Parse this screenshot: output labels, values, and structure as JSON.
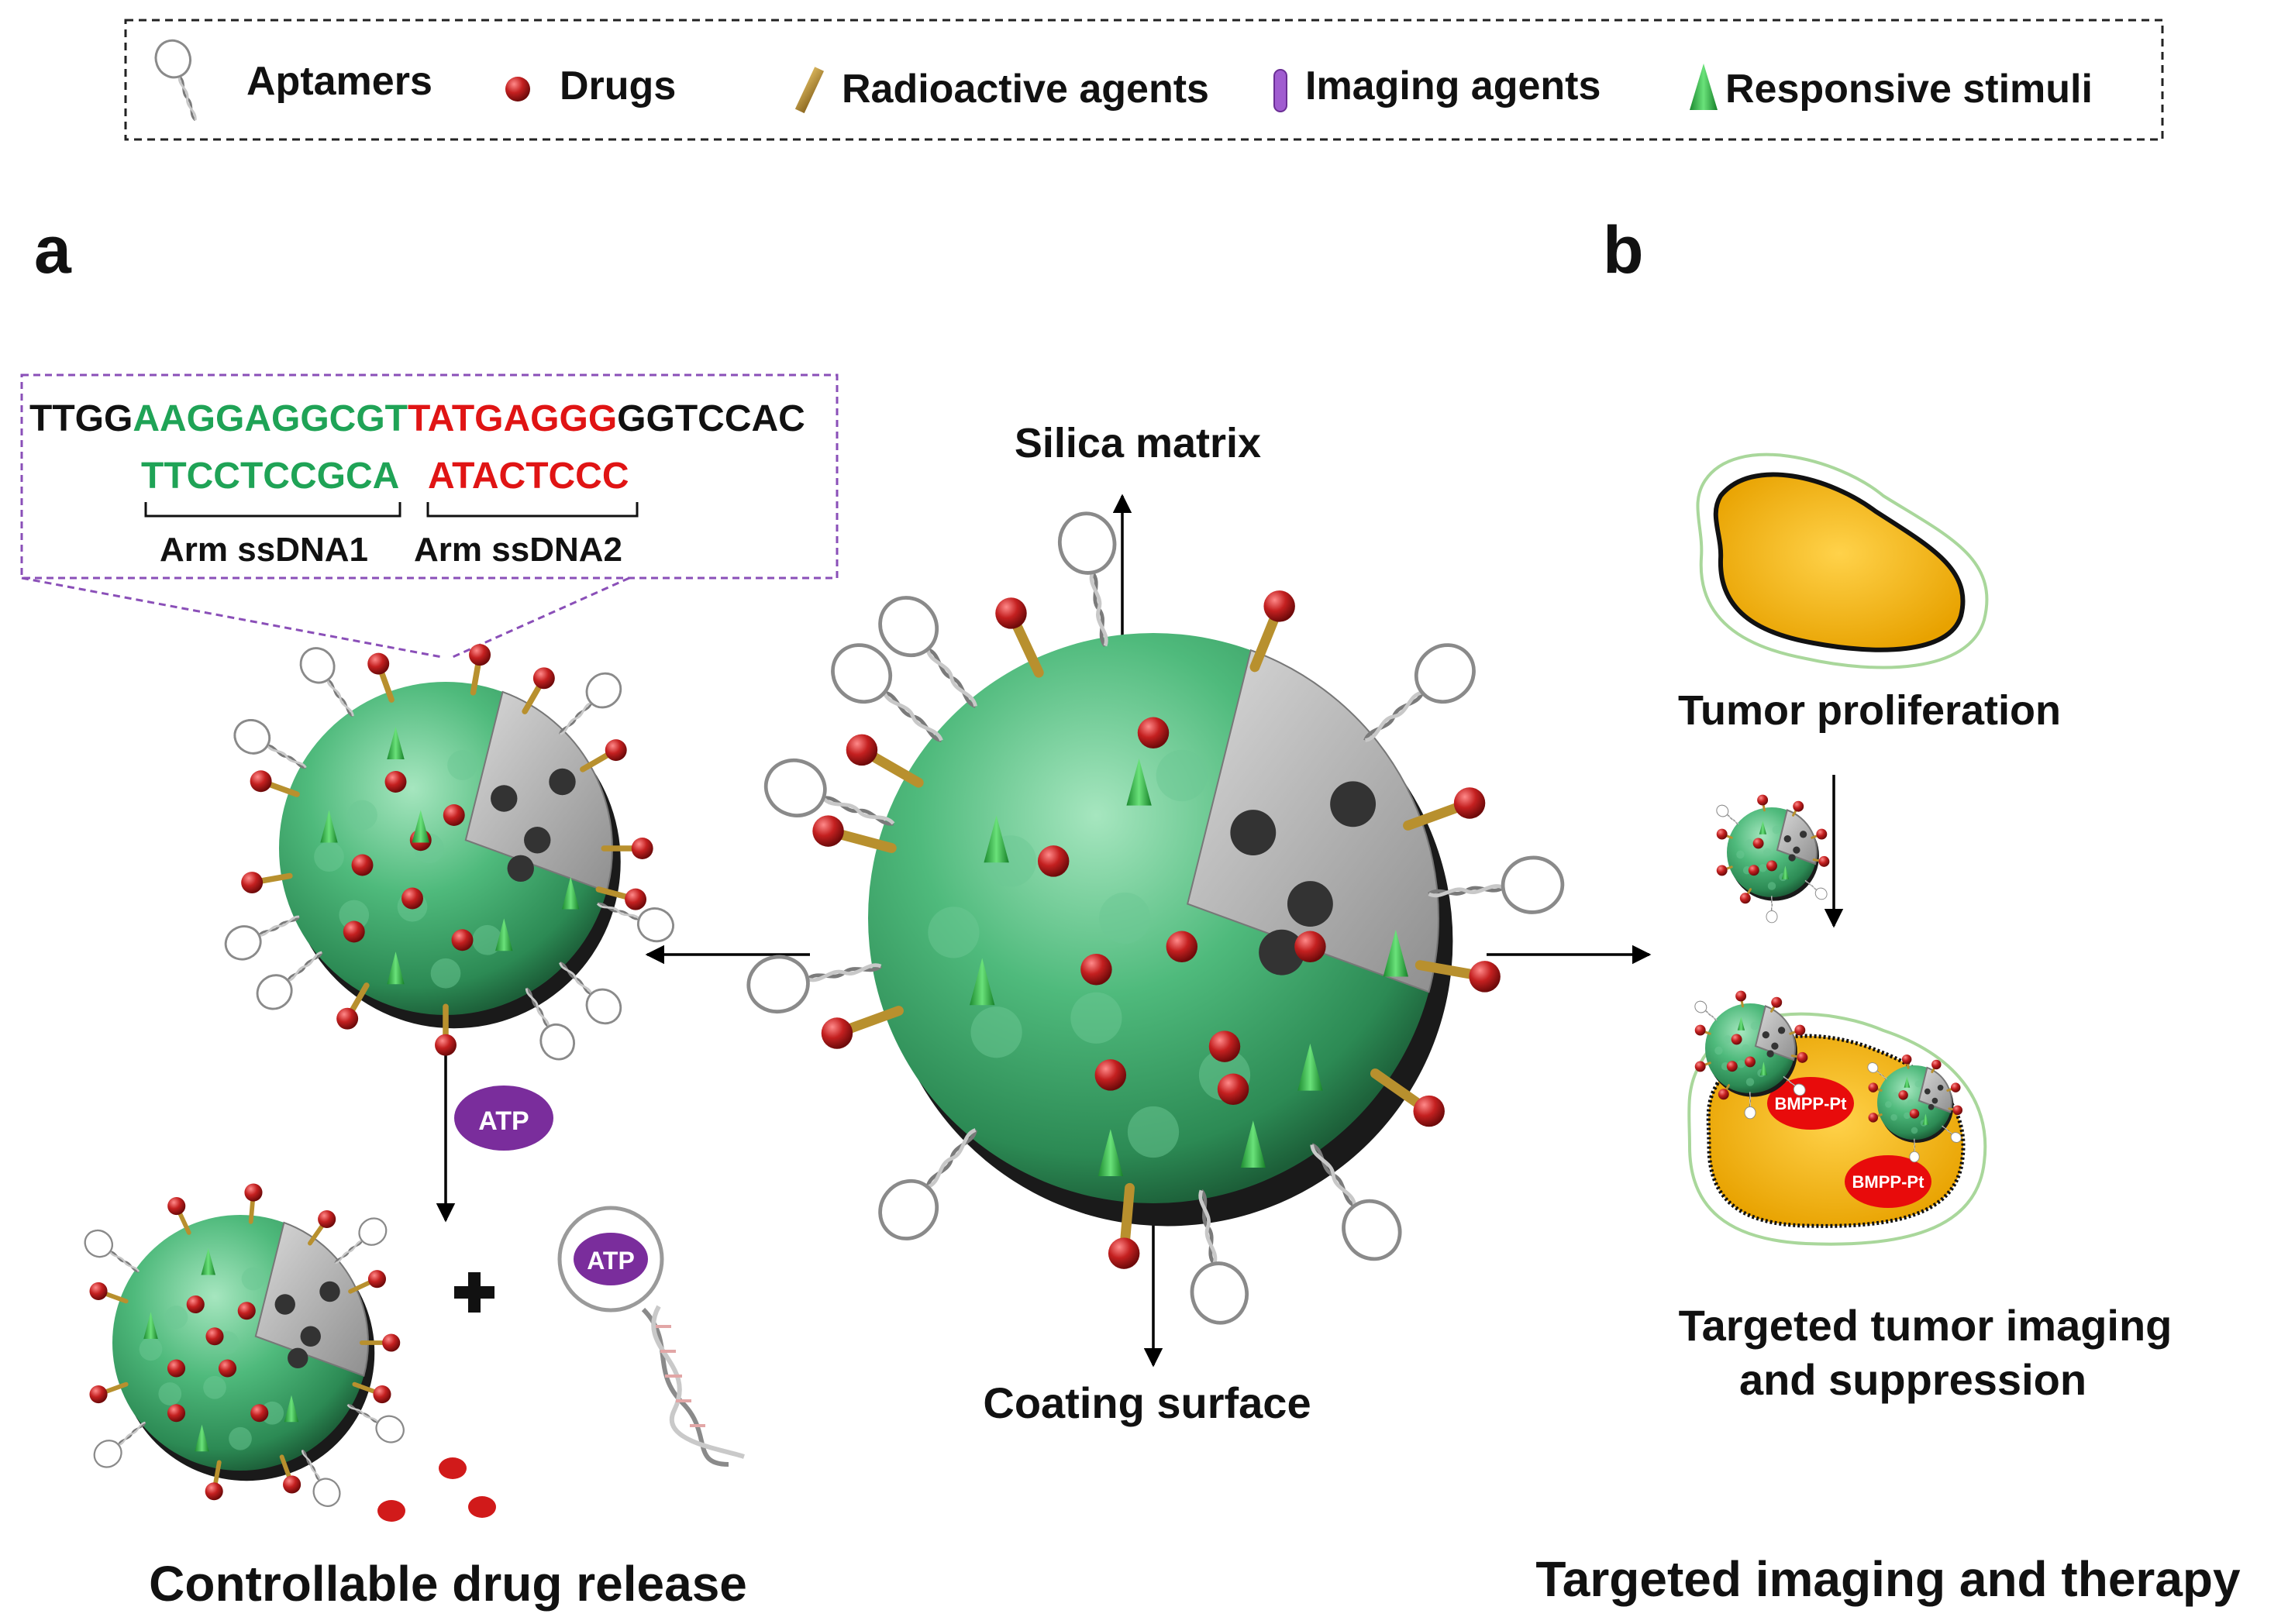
{
  "legend": {
    "aptamers": "Aptamers",
    "drugs": "Drugs",
    "radioactive": "Radioactive agents",
    "imaging": "Imaging agents",
    "stimuli": "Responsive stimuli"
  },
  "panels": {
    "a_label": "a",
    "b_label": "b"
  },
  "sequence": {
    "top_black1": "TTGG",
    "top_green": "AAGGAGGCGT",
    "top_red": "TATGAGGG",
    "top_black2": "GGTCCAC",
    "bottom_green": "TTCCTCCGCA",
    "bottom_red": "ATACTCCC",
    "arm1": "Arm ssDNA1",
    "arm2": "Arm ssDNA2"
  },
  "center": {
    "silica": "Silica matrix",
    "coating": "Coating surface"
  },
  "left": {
    "atp1": "ATP",
    "atp2": "ATP",
    "plus": "+",
    "caption": "Controllable drug release"
  },
  "right": {
    "tumor_prolif": "Tumor proliferation",
    "bmpp1": "BMPP-Pt",
    "bmpp2": "BMPP-Pt",
    "targeted_line1": "Targeted tumor imaging",
    "targeted_line2": "and suppression",
    "caption": "Targeted imaging and therapy"
  },
  "colors": {
    "sphere": "#3fae6e",
    "drug": "#b51e1e",
    "rod": "#b8902e",
    "imaging": "#a05cd0",
    "cone": "#2eb84a",
    "atp": "#7a2d9c",
    "tumor": "#f2b100",
    "seq_green": "#1fa356",
    "seq_red": "#e01414",
    "dashed_purple": "#8a4fb8"
  }
}
